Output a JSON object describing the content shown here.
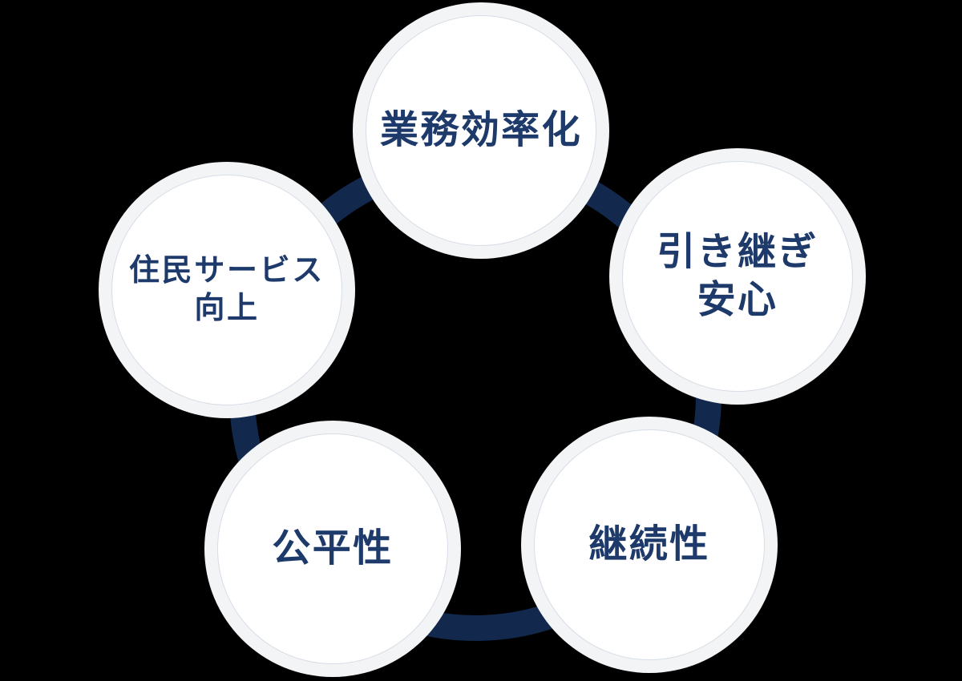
{
  "diagram": {
    "type": "cycle",
    "ring_color": "#12284d",
    "node_fill": "#ffffff",
    "node_rim_color": "#f3f4f6",
    "node_border_color": "#d7dce6",
    "label_color": "#1d3a6b",
    "background_color": "#000000",
    "nodes": [
      {
        "id": "operational-efficiency",
        "position": "top",
        "label": "業務効率化"
      },
      {
        "id": "handover-assurance",
        "position": "right",
        "label": "引き継ぎ\n安心"
      },
      {
        "id": "continuity",
        "position": "bottom-right",
        "label": "継続性"
      },
      {
        "id": "fairness",
        "position": "bottom-left",
        "label": "公平性"
      },
      {
        "id": "resident-service",
        "position": "left",
        "label": "住民サービス\n向上"
      }
    ]
  }
}
